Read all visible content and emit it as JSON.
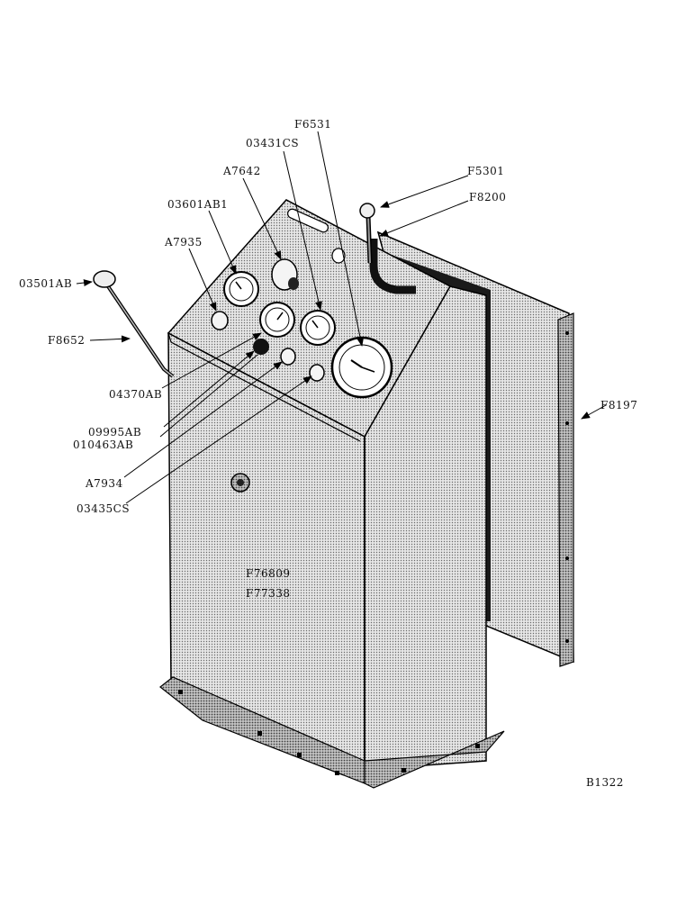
{
  "diagram": {
    "part_labels": {
      "f6531": "F6531",
      "c03431cs": "03431CS",
      "f5301": "F5301",
      "a7642": "A7642",
      "f8200": "F8200",
      "c03601ab1": "03601AB1",
      "a7935": "A7935",
      "c03501ab": "03501AB",
      "f8652": "F8652",
      "c04370ab": "04370AB",
      "f8197": "F8197",
      "c09995ab": "09995AB",
      "c010463ab": "010463AB",
      "a7934": "A7934",
      "c03435cs": "03435CS",
      "f76809": "F76809",
      "f77338": "F77338"
    },
    "figure_number": "B1322"
  }
}
